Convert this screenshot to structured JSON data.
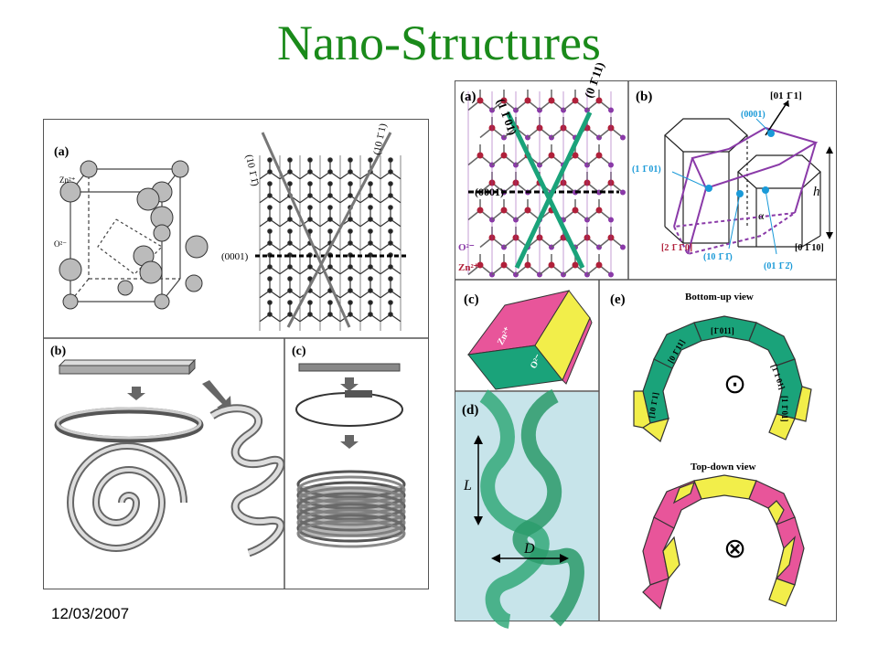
{
  "slide": {
    "title": "Nano-Structures",
    "footer_date": "12/03/2007"
  },
  "left_figure": {
    "panel_a": {
      "label": "(a)",
      "zn_label": "Zn²⁺",
      "o_label": "O²⁻",
      "plane_1": "(10 1̄ 1̄)",
      "plane_2": "(10 1̄ 1)",
      "plane_basal": "(0001)"
    },
    "panel_b": {
      "label": "(b)"
    },
    "panel_c": {
      "label": "(c)"
    }
  },
  "right_figure": {
    "panel_a": {
      "label": "(a)",
      "plane_1": "(1 1̄ 01)",
      "plane_2": "(0 1̄ 11)",
      "plane_basal": "(0001)",
      "o_label": "O²⁻",
      "zn_label": "Zn²⁺"
    },
    "panel_b": {
      "label": "(b)",
      "dir_top": "[01 1̄ 1]",
      "plane_0001": "(0001)",
      "plane_1101": "(1 1̄ 01)",
      "dir_2110": "[2 1̄ 1̄ 0]",
      "plane_1011": "(10 1̄ 1̄)",
      "plane_0112": "(01 1̄ 2̄)",
      "dir_0110": "[0 1̄ 10]",
      "h": "h",
      "alpha": "α"
    },
    "panel_c": {
      "label": "(c)",
      "zn_label": "Zn²⁺",
      "o_label": "O²⁻"
    },
    "panel_d": {
      "label": "(d)",
      "L": "L",
      "D": "D"
    },
    "panel_e": {
      "label": "(e)",
      "bottom_up": "Bottom-up view",
      "top_down": "Top-down view",
      "seg_1": "[0 1̄ 11]",
      "seg_2": "[1̄ 011]",
      "seg_3": "[1̄ 1 01]",
      "seg_4": "[10 1̄ 1]",
      "seg_5": "[1 1̄ 01]",
      "out_symbol": "⊙",
      "in_symbol": "⊗"
    }
  },
  "colors": {
    "title": "#1a8a1a",
    "green_helix": "#1aa37a",
    "pink": "#e8559a",
    "yellow": "#f2ee4a",
    "purple": "#8a3aa8",
    "blue_label": "#1a9ad8",
    "dark_red": "#b0203a"
  }
}
